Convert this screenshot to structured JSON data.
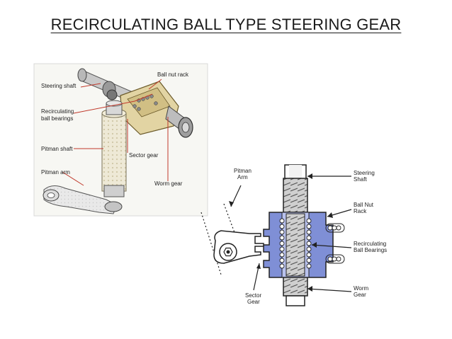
{
  "title": "RECIRCULATING BALL TYPE STEERING GEAR",
  "diagram_left": {
    "labels": {
      "steering_shaft": "Steering shaft",
      "ball_nut_rack": "Ball nut rack",
      "recirculating_1": "Recirculating",
      "recirculating_2": "ball bearings",
      "pitman_shaft": "Pitman shaft",
      "sector_gear": "Sector gear",
      "pitman_arm": "Pitman arm",
      "worm_gear": "Worm gear"
    }
  },
  "diagram_right": {
    "labels": {
      "pitman_1": "Pitman",
      "pitman_2": "Arm",
      "steering_1": "Steering",
      "steering_2": "Shaft",
      "ballnut_1": "Ball Nut",
      "ballnut_2": "Rack",
      "recirc_1": "Recirculating",
      "recirc_2": "Ball Bearings",
      "sector_1": "Sector",
      "sector_2": "Gear",
      "worm_1": "Worm",
      "worm_2": "Gear"
    }
  },
  "colors": {
    "leader_line": "#c0392b",
    "nut_fill": "#7f8fd6",
    "nut_light": "#b9c2ee",
    "housing_tan": "#e2d4a3",
    "shaft_light": "#e8e2c8"
  }
}
